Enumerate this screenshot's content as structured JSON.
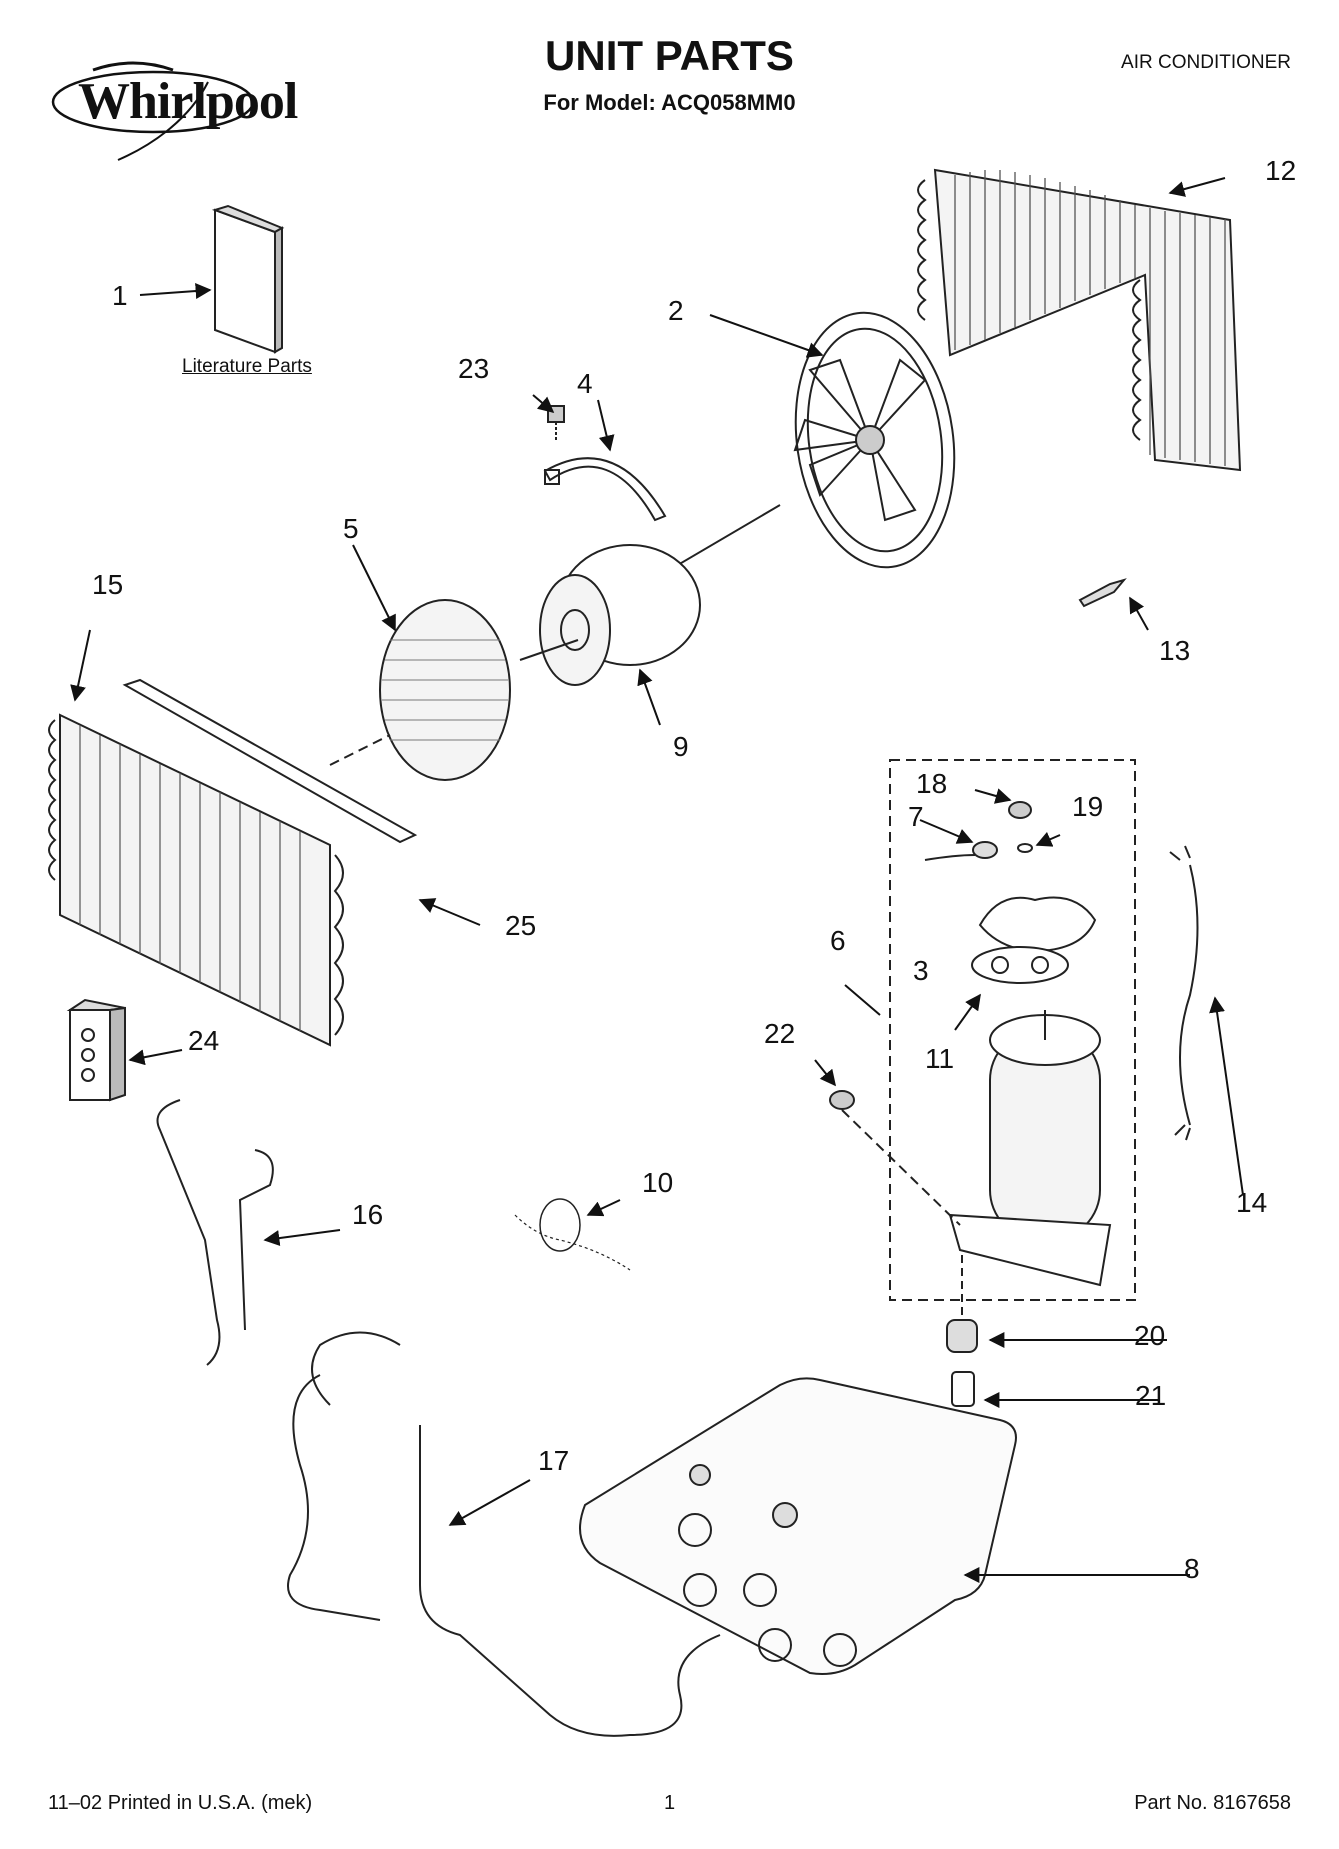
{
  "header": {
    "brand": "Whirlpool",
    "title": "UNIT PARTS",
    "model_line": "For Model: ACQ058MM0",
    "category": "AIR CONDITIONER"
  },
  "literature_label": "Literature Parts",
  "callouts": {
    "c1": "1",
    "c2": "2",
    "c3": "3",
    "c4": "4",
    "c5": "5",
    "c6": "6",
    "c7": "7",
    "c8": "8",
    "c9": "9",
    "c10": "10",
    "c11": "11",
    "c12": "12",
    "c13": "13",
    "c14": "14",
    "c15": "15",
    "c16": "16",
    "c17": "17",
    "c18": "18",
    "c19": "19",
    "c20": "20",
    "c21": "21",
    "c22": "22",
    "c23": "23",
    "c24": "24",
    "c25": "25"
  },
  "footer": {
    "printed": "11–02 Printed in U.S.A. (mek)",
    "page": "1",
    "part_no": "Part No. 8167658"
  }
}
